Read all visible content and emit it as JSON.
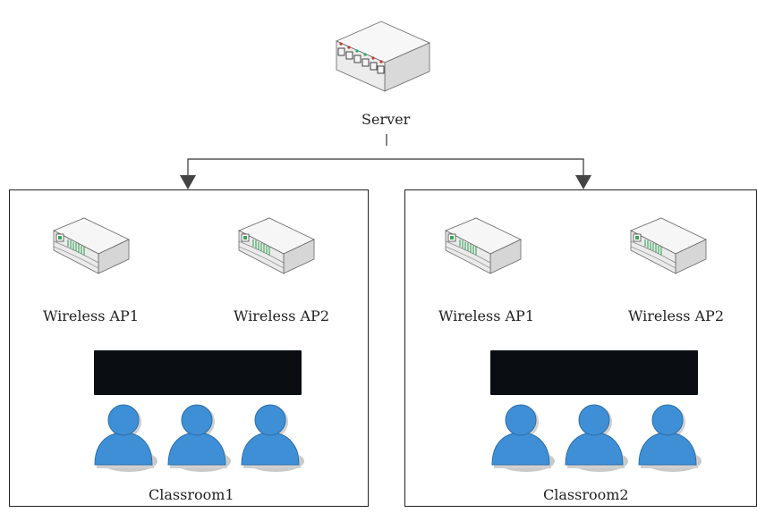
{
  "server": {
    "label": "Server"
  },
  "classrooms": [
    {
      "label": "Classroom1",
      "aps": [
        "Wireless AP1",
        "Wireless AP2"
      ]
    },
    {
      "label": "Classroom2",
      "aps": [
        "Wireless AP1",
        "Wireless AP2"
      ]
    }
  ],
  "colors": {
    "line": "#333333",
    "board": "#0a0d12",
    "person": "#3f8fd6",
    "person_shadow": "#c9c9c9",
    "led_green": "#3aa55a"
  }
}
